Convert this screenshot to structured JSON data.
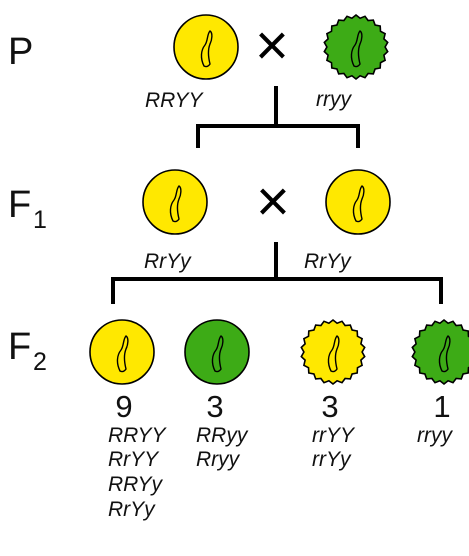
{
  "colors": {
    "yellow": "#ffe800",
    "green": "#3dab16",
    "outline": "#000000"
  },
  "generations": {
    "p": {
      "label": "P",
      "sub": ""
    },
    "f1": {
      "label": "F",
      "sub": "1"
    },
    "f2": {
      "label": "F",
      "sub": "2"
    }
  },
  "cross_symbol": "×",
  "parents": {
    "left": {
      "genotype": "RRYY",
      "color": "yellow",
      "shape": "round",
      "icon": "round-yellow-pea-icon"
    },
    "right": {
      "genotype": "rryy",
      "color": "green",
      "shape": "wrinkled",
      "icon": "wrinkled-green-pea-icon"
    }
  },
  "f1": {
    "left": {
      "genotype": "RrYy",
      "color": "yellow",
      "shape": "round",
      "icon": "round-yellow-pea-icon"
    },
    "right": {
      "genotype": "RrYy",
      "color": "yellow",
      "shape": "round",
      "icon": "round-yellow-pea-icon"
    }
  },
  "f2": [
    {
      "ratio": "9",
      "genotypes": [
        "RRYY",
        "RrYY",
        "RRYy",
        "RrYy"
      ],
      "color": "yellow",
      "shape": "round",
      "icon": "round-yellow-pea-icon"
    },
    {
      "ratio": "3",
      "genotypes": [
        "RRyy",
        "Rryy"
      ],
      "color": "green",
      "shape": "round",
      "icon": "round-green-pea-icon"
    },
    {
      "ratio": "3",
      "genotypes": [
        "rrYY",
        "rrYy"
      ],
      "color": "yellow",
      "shape": "wrinkled",
      "icon": "wrinkled-yellow-pea-icon"
    },
    {
      "ratio": "1",
      "genotypes": [
        "rryy"
      ],
      "color": "green",
      "shape": "wrinkled",
      "icon": "wrinkled-green-pea-icon"
    }
  ]
}
